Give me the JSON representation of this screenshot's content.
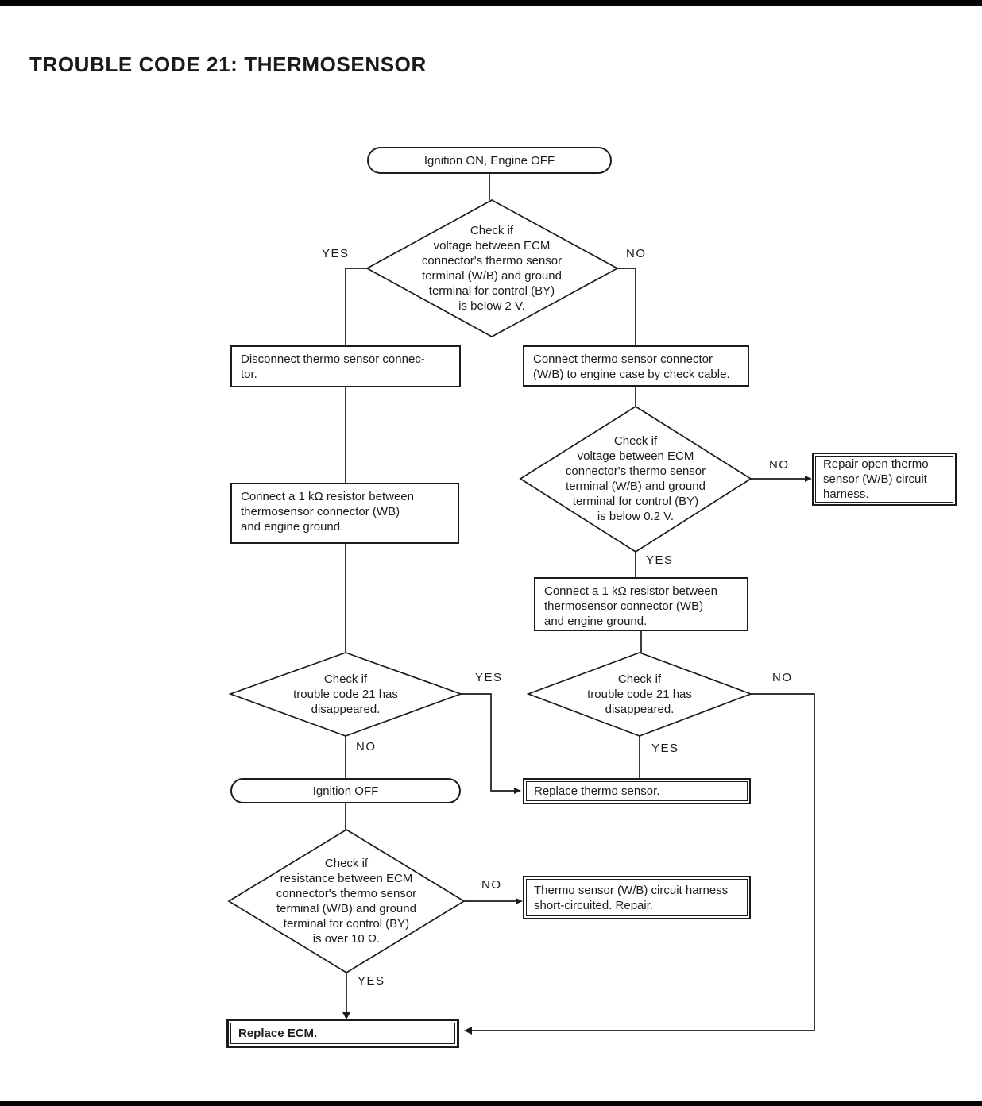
{
  "page": {
    "title": "TROUBLE CODE 21: THERMOSENSOR"
  },
  "colors": {
    "ink": "#1b1b1b",
    "background": "#ffffff"
  },
  "labels": {
    "yes": "YES",
    "no": "NO"
  },
  "nodes": {
    "start": "Ignition ON, Engine OFF",
    "d_voltage_2v": "Check if\nvoltage between ECM\nconnector's thermo sensor\nterminal (W/B) and ground\nterminal for control (BY)\nis below 2 V.",
    "box_disconnect": "Disconnect thermo sensor connec-\ntor.",
    "box_connect_cable": "Connect thermo sensor connector\n(W/B) to engine case by check cable.",
    "d_voltage_02v": "Check if\nvoltage between ECM\nconnector's thermo sensor\nterminal (W/B) and ground\nterminal for control (BY)\nis below 0.2 V.",
    "term_repair_open": "Repair open thermo\nsensor (W/B) circuit\nharness.",
    "box_resistor_left": "Connect a 1 kΩ resistor between\nthermosensor connector (WB)\nand engine ground.",
    "box_resistor_right": "Connect a 1 kΩ resistor between\nthermosensor connector (WB)\nand engine ground.",
    "d_code21_left": "Check if\ntrouble code 21 has\ndisappeared.",
    "d_code21_right": "Check if\ntrouble code 21 has\ndisappeared.",
    "pill_ignition_off": "Ignition OFF",
    "term_replace_thermo": "Replace thermo sensor.",
    "d_resistance": "Check if\nresistance between ECM\nconnector's thermo sensor\nterminal (W/B) and ground\nterminal for control (BY)\nis over 10 Ω.",
    "term_short_circuit": "Thermo sensor (W/B) circuit harness\nshort-circuited.  Repair.",
    "term_replace_ecm": "Replace ECM."
  }
}
